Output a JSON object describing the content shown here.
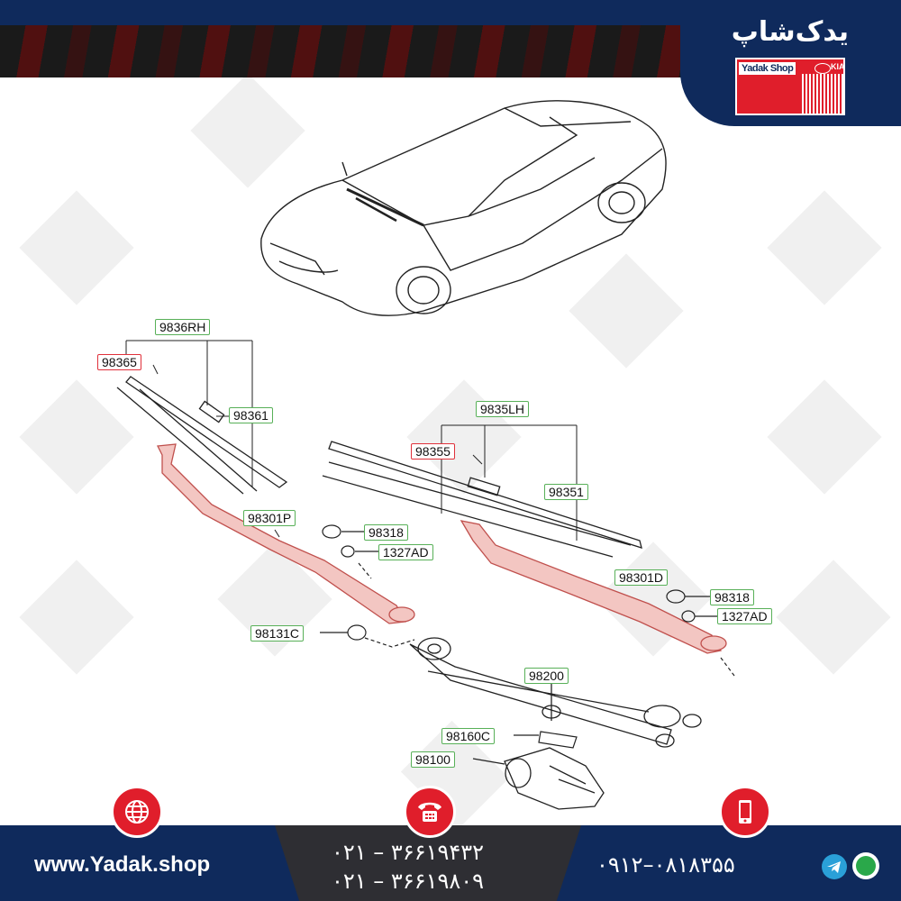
{
  "brand": {
    "persian_name": "یدک‌شاپ",
    "latin_name": "Yadak Shop",
    "kia_mark": "KIA",
    "accent": "#e01e2b",
    "navy": "#0f2a5c"
  },
  "callouts": {
    "rh_set": "9836RH",
    "rh_refill": "98365",
    "rh_blade": "98361",
    "rh_arm": "98301P",
    "rh_cap": "98318",
    "rh_nut": "1327AD",
    "lh_set": "9835LH",
    "lh_refill": "98355",
    "lh_blade": "98351",
    "lh_arm": "98301D",
    "lh_cap": "98318",
    "lh_nut": "1327AD",
    "pivot_cap": "98131C",
    "linkage": "98200",
    "bracket": "98160C",
    "motor": "98100"
  },
  "footer": {
    "website": "www.Yadak.shop",
    "phone_1": "۰۲۱ – ۳۶۶۱۹۴۳۲",
    "phone_2": "۰۲۱ – ۳۶۶۱۹۸۰۹",
    "mobile": "۰۹۱۲–۰۸۱۸۳۵۵",
    "icons": [
      "globe-icon",
      "telephone-icon",
      "mobile-phone-icon",
      "telegram-icon",
      "whatsapp-icon"
    ]
  }
}
